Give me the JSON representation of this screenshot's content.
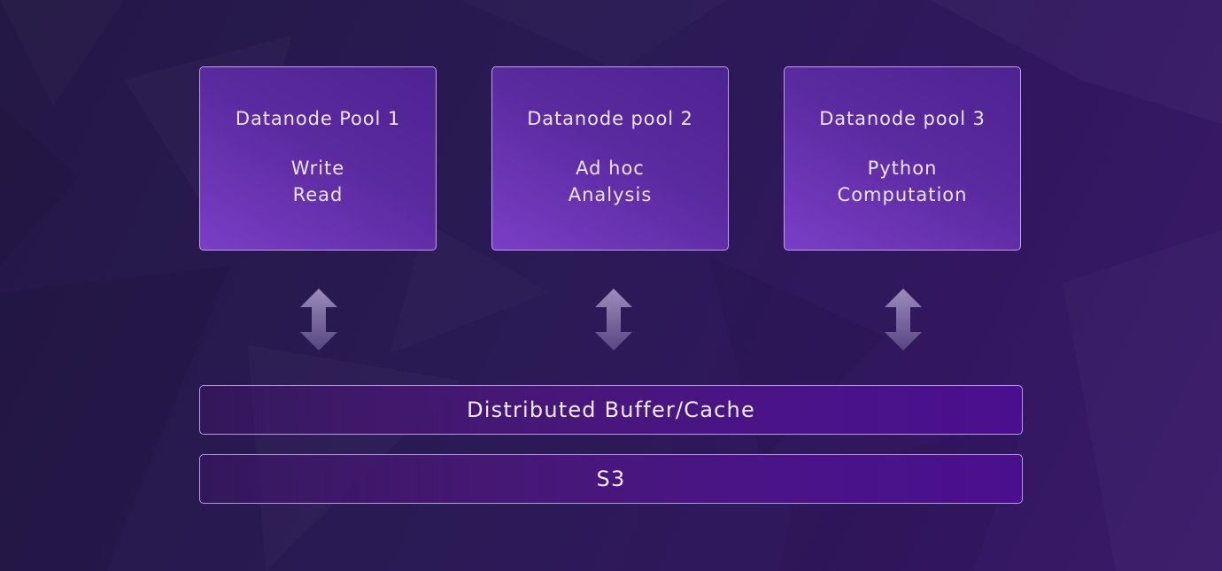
{
  "pools": [
    {
      "title": "Datanode Pool 1",
      "line1": "Write",
      "line2": "Read"
    },
    {
      "title": "Datanode pool 2",
      "line1": "Ad hoc",
      "line2": "Analysis"
    },
    {
      "title": "Datanode pool 3",
      "line1": "Python",
      "line2": "Computation"
    }
  ],
  "layers": {
    "buffer": "Distributed Buffer/Cache",
    "storage": "S3"
  },
  "colors": {
    "background": "#2a1a55",
    "pool_fill": "#5a2a9f",
    "pool_border": "#cdb4f5",
    "bar_fill": "#4a1488",
    "text": "#ece4fb"
  }
}
